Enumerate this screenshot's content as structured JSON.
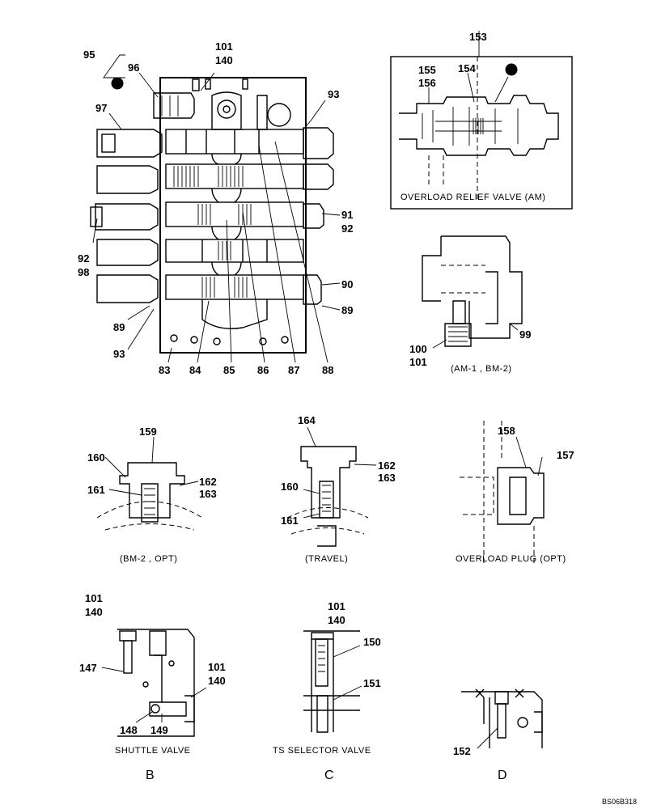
{
  "callouts": {
    "c95": "95",
    "c96": "96",
    "c97": "97",
    "c101a": "101",
    "c140a": "140",
    "c93a": "93",
    "c91": "91",
    "c92a": "92",
    "c92b": "92",
    "c98": "98",
    "c90": "90",
    "c89a": "89",
    "c89b": "89",
    "c93b": "93",
    "c83": "83",
    "c84": "84",
    "c85": "85",
    "c86": "86",
    "c87": "87",
    "c88": "88",
    "c153": "153",
    "c155": "155",
    "c156": "156",
    "c154": "154",
    "c99": "99",
    "c100": "100",
    "c101b": "101",
    "c159": "159",
    "c160a": "160",
    "c161a": "161",
    "c162a": "162",
    "c163a": "163",
    "c164": "164",
    "c160b": "160",
    "c161b": "161",
    "c162b": "162",
    "c163b": "163",
    "c158": "158",
    "c157": "157",
    "c101c": "101",
    "c140c": "140",
    "c147": "147",
    "c101d": "101",
    "c140d": "140",
    "c148": "148",
    "c149": "149",
    "c101e": "101",
    "c140e": "140",
    "c150": "150",
    "c151": "151",
    "c152": "152"
  },
  "captions": {
    "overload_relief": "OVERLOAD RELIEF VALVE (AM)",
    "am1_bm2": "(AM-1 , BM-2)",
    "bm2_opt": "(BM-2 , OPT)",
    "travel": "(TRAVEL)",
    "overload_plug": "OVERLOAD PLUG (OPT)",
    "shuttle": "SHUTTLE VALVE",
    "ts_selector": "TS SELECTOR VALVE"
  },
  "section_letters": {
    "b": "B",
    "c": "C",
    "d": "D"
  },
  "drawing_code": "BS06B318"
}
